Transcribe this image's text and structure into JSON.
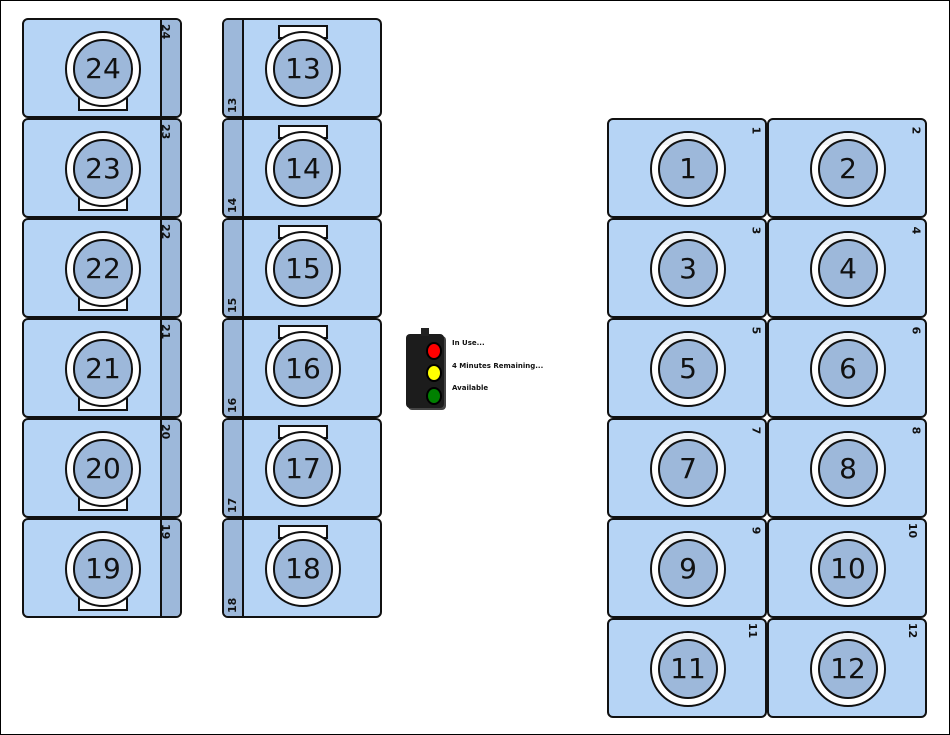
{
  "legend": {
    "in_use": "In Use...",
    "minutes_remaining": "4 Minutes Remaining...",
    "available": "Available",
    "colors": {
      "in_use": "#ff0000",
      "minutes_remaining": "#ffff00",
      "available": "#008000"
    }
  },
  "colors": {
    "machine_fill": "#b6d4f5",
    "window_fill": "#9db8da",
    "border": "#111111"
  },
  "left_column": [
    {
      "id": "24",
      "number": "24",
      "side_label": "24"
    },
    {
      "id": "23",
      "number": "23",
      "side_label": "23"
    },
    {
      "id": "22",
      "number": "22",
      "side_label": "22"
    },
    {
      "id": "21",
      "number": "21",
      "side_label": "21"
    },
    {
      "id": "20",
      "number": "20",
      "side_label": "20"
    },
    {
      "id": "19",
      "number": "19",
      "side_label": "19"
    }
  ],
  "middle_column": [
    {
      "id": "13",
      "number": "13",
      "side_label": "13"
    },
    {
      "id": "14",
      "number": "14",
      "side_label": "14"
    },
    {
      "id": "15",
      "number": "15",
      "side_label": "15"
    },
    {
      "id": "16",
      "number": "16",
      "side_label": "16"
    },
    {
      "id": "17",
      "number": "17",
      "side_label": "17"
    },
    {
      "id": "18",
      "number": "18",
      "side_label": "18"
    }
  ],
  "right_grid": [
    {
      "id": "1",
      "number": "1",
      "corner_label": "1"
    },
    {
      "id": "2",
      "number": "2",
      "corner_label": "2"
    },
    {
      "id": "3",
      "number": "3",
      "corner_label": "3"
    },
    {
      "id": "4",
      "number": "4",
      "corner_label": "4"
    },
    {
      "id": "5",
      "number": "5",
      "corner_label": "5"
    },
    {
      "id": "6",
      "number": "6",
      "corner_label": "6"
    },
    {
      "id": "7",
      "number": "7",
      "corner_label": "7"
    },
    {
      "id": "8",
      "number": "8",
      "corner_label": "8"
    },
    {
      "id": "9",
      "number": "9",
      "corner_label": "9"
    },
    {
      "id": "10",
      "number": "10",
      "corner_label": "10"
    },
    {
      "id": "11",
      "number": "11",
      "corner_label": "11"
    },
    {
      "id": "12",
      "number": "12",
      "corner_label": "12"
    }
  ]
}
